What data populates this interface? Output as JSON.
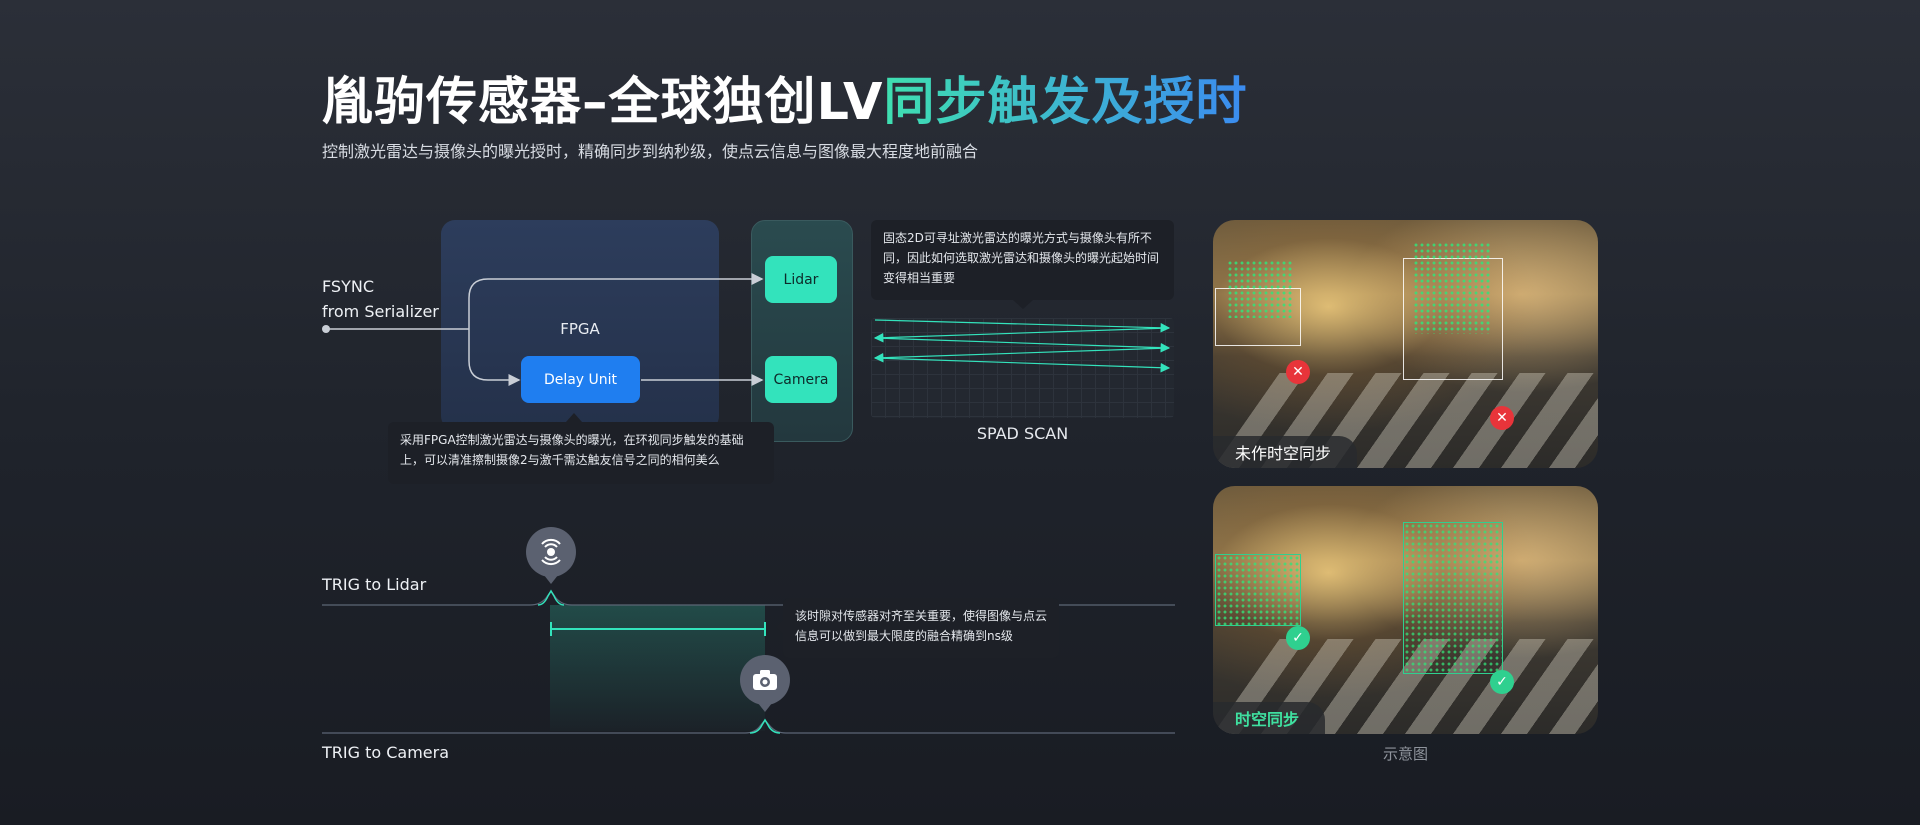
{
  "header": {
    "title_main": "胤驹传感器–全球独创LV",
    "title_highlight": "同步触发及授时",
    "subtitle": "控制激光雷达与摄像头的曝光授时，精确同步到纳秒级，使点云信息与图像最大程度地前融合"
  },
  "diagram": {
    "fsync_line1": "FSYNC",
    "fsync_line2": "from Serializer",
    "fpga_label": "FPGA",
    "delay_label": "Delay Unit",
    "lidar_label": "Lidar",
    "camera_label": "Camera",
    "fpga_tip": "采用FPGA控制激光雷达与摄像头的曝光，在环视同步触发的基础上，可以清准擦制摄像2与激千需达触友信号之同的相何美么",
    "spad_tip": "固态2D可寻址激光雷达的曝光方式与摄像头有所不同，因此如何选取激光雷达和摄像头的曝光起始时间变得相当重要",
    "spad_label": "SPAD SCAN"
  },
  "timing": {
    "trig_lidar": "TRIG to Lidar",
    "trig_camera": "TRIG to Camera",
    "gap_tip": "该时隙对传感器对齐至关重要，使得图像与点云信息可以做到最大限度的融合精确到ns级"
  },
  "photos": {
    "top_caption": "未作时空同步",
    "bottom_caption": "时空同步",
    "note": "示意图"
  },
  "colors": {
    "accent_green": "#33e3bc",
    "accent_blue": "#1f7ef0",
    "error_red": "#e8343a",
    "ok_green": "#2fd08f"
  },
  "icons": [
    "lidar-sensor-icon",
    "camera-icon",
    "cross-icon",
    "check-icon"
  ]
}
